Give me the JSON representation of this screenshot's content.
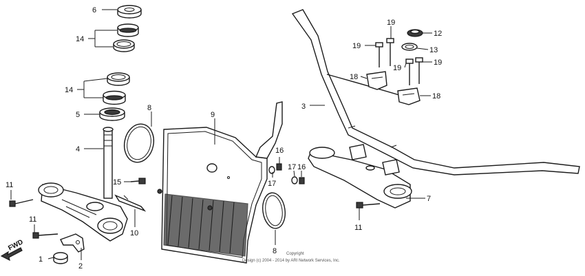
{
  "callouts": {
    "c1": "1",
    "c2": "2",
    "c3": "3",
    "c4": "4",
    "c5": "5",
    "c6": "6",
    "c7": "7",
    "c8a": "8",
    "c8b": "8",
    "c9": "9",
    "c10": "10",
    "c11a": "11",
    "c11b": "11",
    "c11c": "11",
    "c12": "12",
    "c13": "13",
    "c14a": "14",
    "c14b": "14",
    "c15": "15",
    "c16a": "16",
    "c16b": "16",
    "c17a": "17",
    "c17b": "17",
    "c18a": "18",
    "c18b": "18",
    "c19a": "19",
    "c19b": "19",
    "c19c": "19",
    "c19d": "19"
  },
  "fwd_label": "FWD",
  "copyright": {
    "line1": "Copyright",
    "line2": "Design (c) 2004 - 2014 by ARI Network Services, Inc."
  }
}
